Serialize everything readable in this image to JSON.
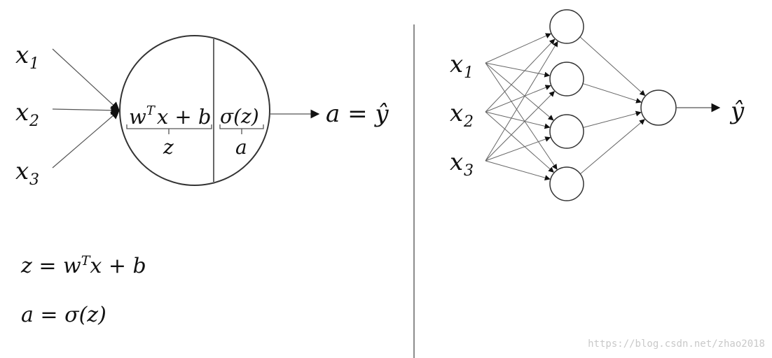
{
  "left_panel": {
    "inputs": [
      {
        "base": "x",
        "sub": "1"
      },
      {
        "base": "x",
        "sub": "2"
      },
      {
        "base": "x",
        "sub": "3"
      }
    ],
    "linear_part": {
      "w": "w",
      "sup": "T",
      "rest": "x + b"
    },
    "linear_label": "z",
    "activation_part": "σ(z)",
    "activation_label": "a",
    "output": "a = ŷ",
    "equation_1": {
      "lhs": "z = w",
      "sup": "T",
      "rhs": "x + b"
    },
    "equation_2": "a = σ(z)"
  },
  "right_panel": {
    "inputs": [
      {
        "base": "x",
        "sub": "1"
      },
      {
        "base": "x",
        "sub": "2"
      },
      {
        "base": "x",
        "sub": "3"
      }
    ],
    "output": "ŷ",
    "hidden_units": 4,
    "output_units": 1
  },
  "watermark": "https://blog.csdn.net/zhao2018"
}
